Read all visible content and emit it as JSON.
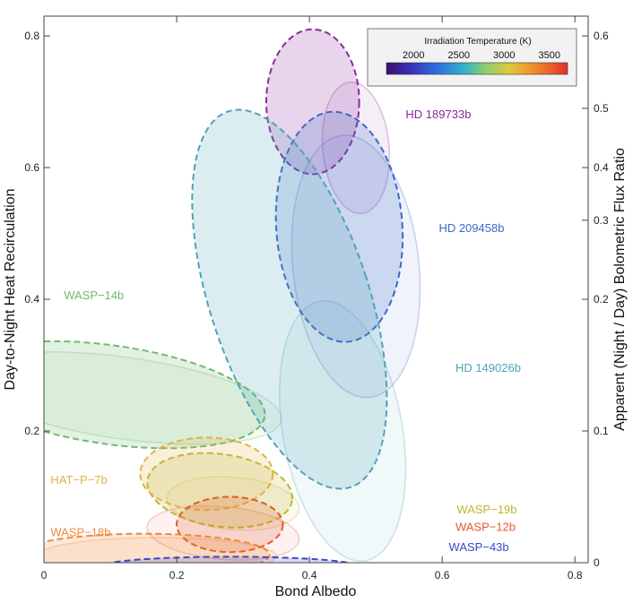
{
  "chart_data": {
    "type": "scatter",
    "title": "",
    "xlabel": "Bond Albedo",
    "ylabel": "Day-to-Night Heat Recirculation",
    "ylabel_right": "Apparent (Night / Day) Bolometric Flux Ratio",
    "xlim": [
      0,
      0.82
    ],
    "ylim": [
      0,
      0.83
    ],
    "x_ticks": [
      "0",
      "0.2",
      "0.4",
      "0.6",
      "0.8"
    ],
    "x_tick_values": [
      0,
      0.2,
      0.4,
      0.6,
      0.8
    ],
    "y_ticks": [
      "0.2",
      "0.4",
      "0.6",
      "0.8"
    ],
    "y_tick_values": [
      0.2,
      0.4,
      0.6,
      0.8
    ],
    "right_ticks": [
      {
        "label": "0",
        "y": 0
      },
      {
        "label": "0.1",
        "y": 0.2
      },
      {
        "label": "0.2",
        "y": 0.4
      },
      {
        "label": "0.3",
        "y": 0.52
      },
      {
        "label": "0.4",
        "y": 0.6
      },
      {
        "label": "0.5",
        "y": 0.69
      },
      {
        "label": "0.6",
        "y": 0.8
      }
    ],
    "colorbar": {
      "title": "Irradiation Temperature (K)",
      "tick_labels": [
        "2000",
        "2500",
        "3000",
        "3500"
      ],
      "tick_values": [
        2000,
        2500,
        3000,
        3500
      ],
      "range": [
        1700,
        3700
      ],
      "placement": "top-right"
    },
    "series": [
      {
        "name": "WASP−14b",
        "color": "#6fba6f",
        "label_at": [
          0.03,
          0.4
        ],
        "ellipses": [
          {
            "cx": 0.1,
            "cy": 0.255,
            "rx": 0.235,
            "ry": 0.075,
            "angle": -8,
            "style": "dashed"
          },
          {
            "cx": 0.12,
            "cy": 0.25,
            "rx": 0.24,
            "ry": 0.062,
            "angle": -8,
            "style": "faint"
          }
        ]
      },
      {
        "name": "HD 189733b",
        "color": "#8b2a9c",
        "label_at": [
          0.545,
          0.675
        ],
        "ellipses": [
          {
            "cx": 0.405,
            "cy": 0.7,
            "rx": 0.07,
            "ry": 0.11,
            "angle": 0,
            "style": "dashed"
          },
          {
            "cx": 0.47,
            "cy": 0.63,
            "rx": 0.05,
            "ry": 0.1,
            "angle": 5,
            "style": "faint"
          }
        ]
      },
      {
        "name": "HD 209458b",
        "color": "#3d67c9",
        "label_at": [
          0.595,
          0.502
        ],
        "ellipses": [
          {
            "cx": 0.445,
            "cy": 0.51,
            "rx": 0.095,
            "ry": 0.175,
            "angle": 4,
            "style": "dashed"
          },
          {
            "cx": 0.47,
            "cy": 0.45,
            "rx": 0.095,
            "ry": 0.2,
            "angle": 6,
            "style": "faint"
          }
        ]
      },
      {
        "name": "HD 149026b",
        "color": "#4fa3b7",
        "label_at": [
          0.62,
          0.29
        ],
        "ellipses": [
          {
            "cx": 0.37,
            "cy": 0.4,
            "rx": 0.12,
            "ry": 0.3,
            "angle": 18,
            "style": "dashed"
          },
          {
            "cx": 0.45,
            "cy": 0.2,
            "rx": 0.09,
            "ry": 0.2,
            "angle": 10,
            "style": "faint"
          }
        ]
      },
      {
        "name": "WASP−19b",
        "color": "#bdb82d",
        "label_at": [
          0.622,
          0.075
        ],
        "ellipses": [
          {
            "cx": 0.265,
            "cy": 0.11,
            "rx": 0.11,
            "ry": 0.055,
            "angle": -8,
            "style": "dashed"
          },
          {
            "cx": 0.285,
            "cy": 0.09,
            "rx": 0.1,
            "ry": 0.04,
            "angle": -5,
            "style": "faint"
          }
        ]
      },
      {
        "name": "HAT−P−7b",
        "color": "#e0b24a",
        "label_at": [
          0.01,
          0.12
        ],
        "ellipses": [
          {
            "cx": 0.245,
            "cy": 0.135,
            "rx": 0.1,
            "ry": 0.055,
            "angle": 0,
            "style": "dashed"
          }
        ]
      },
      {
        "name": "WASP−12b",
        "color": "#e05a32",
        "label_at": [
          0.62,
          0.048
        ],
        "ellipses": [
          {
            "cx": 0.28,
            "cy": 0.058,
            "rx": 0.08,
            "ry": 0.042,
            "angle": 0,
            "style": "dashed"
          },
          {
            "cx": 0.27,
            "cy": 0.045,
            "rx": 0.115,
            "ry": 0.04,
            "angle": -5,
            "style": "faint"
          }
        ]
      },
      {
        "name": "WASP−18b",
        "color": "#ee8a3c",
        "label_at": [
          0.01,
          0.04
        ],
        "ellipses": [
          {
            "cx": 0.15,
            "cy": 0.012,
            "rx": 0.19,
            "ry": 0.032,
            "angle": 0,
            "style": "dashed"
          },
          {
            "cx": 0.17,
            "cy": 0.01,
            "rx": 0.18,
            "ry": 0.028,
            "angle": 0,
            "style": "faint"
          }
        ]
      },
      {
        "name": "WASP−43b",
        "color": "#3a47c8",
        "label_at": [
          0.61,
          0.018
        ],
        "ellipses": [
          {
            "cx": 0.28,
            "cy": -0.005,
            "rx": 0.19,
            "ry": 0.014,
            "angle": 0,
            "style": "dashed"
          }
        ]
      }
    ]
  }
}
